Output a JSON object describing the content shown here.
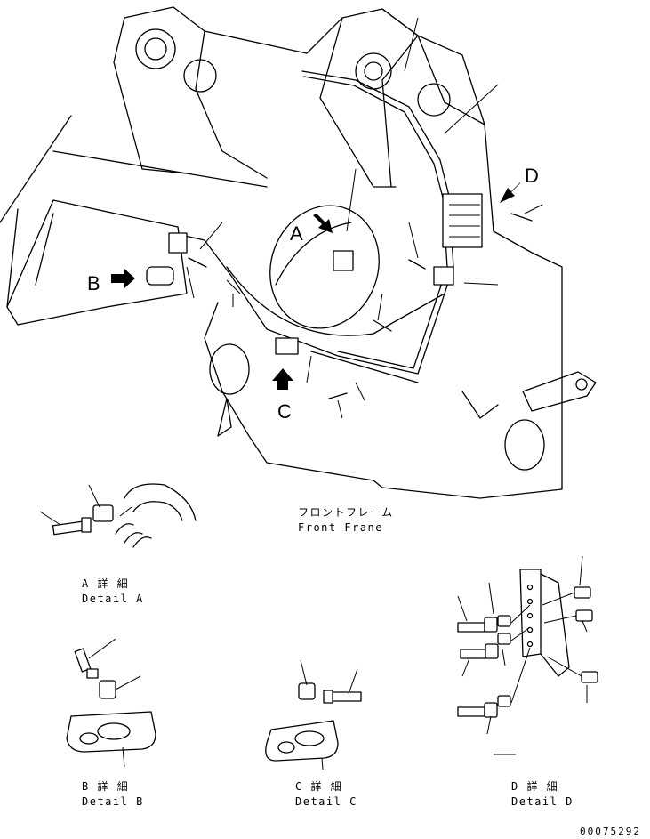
{
  "callouts": {
    "a": "A",
    "b": "B",
    "c": "C",
    "d": "D"
  },
  "main_caption": {
    "jp": "フロントフレーム",
    "en": "Front Frane"
  },
  "details": {
    "a": {
      "jp": "A 詳 細",
      "en": "Detail A"
    },
    "b": {
      "jp": "B 詳 細",
      "en": "Detail B"
    },
    "c": {
      "jp": "C 詳 細",
      "en": "Detail C"
    },
    "d": {
      "jp": "D 詳 細",
      "en": "Detail D"
    }
  },
  "drawing_number": "00075292",
  "icons": [
    "arrow-icon"
  ],
  "colors": {
    "line": "#000000",
    "background": "#ffffff"
  }
}
